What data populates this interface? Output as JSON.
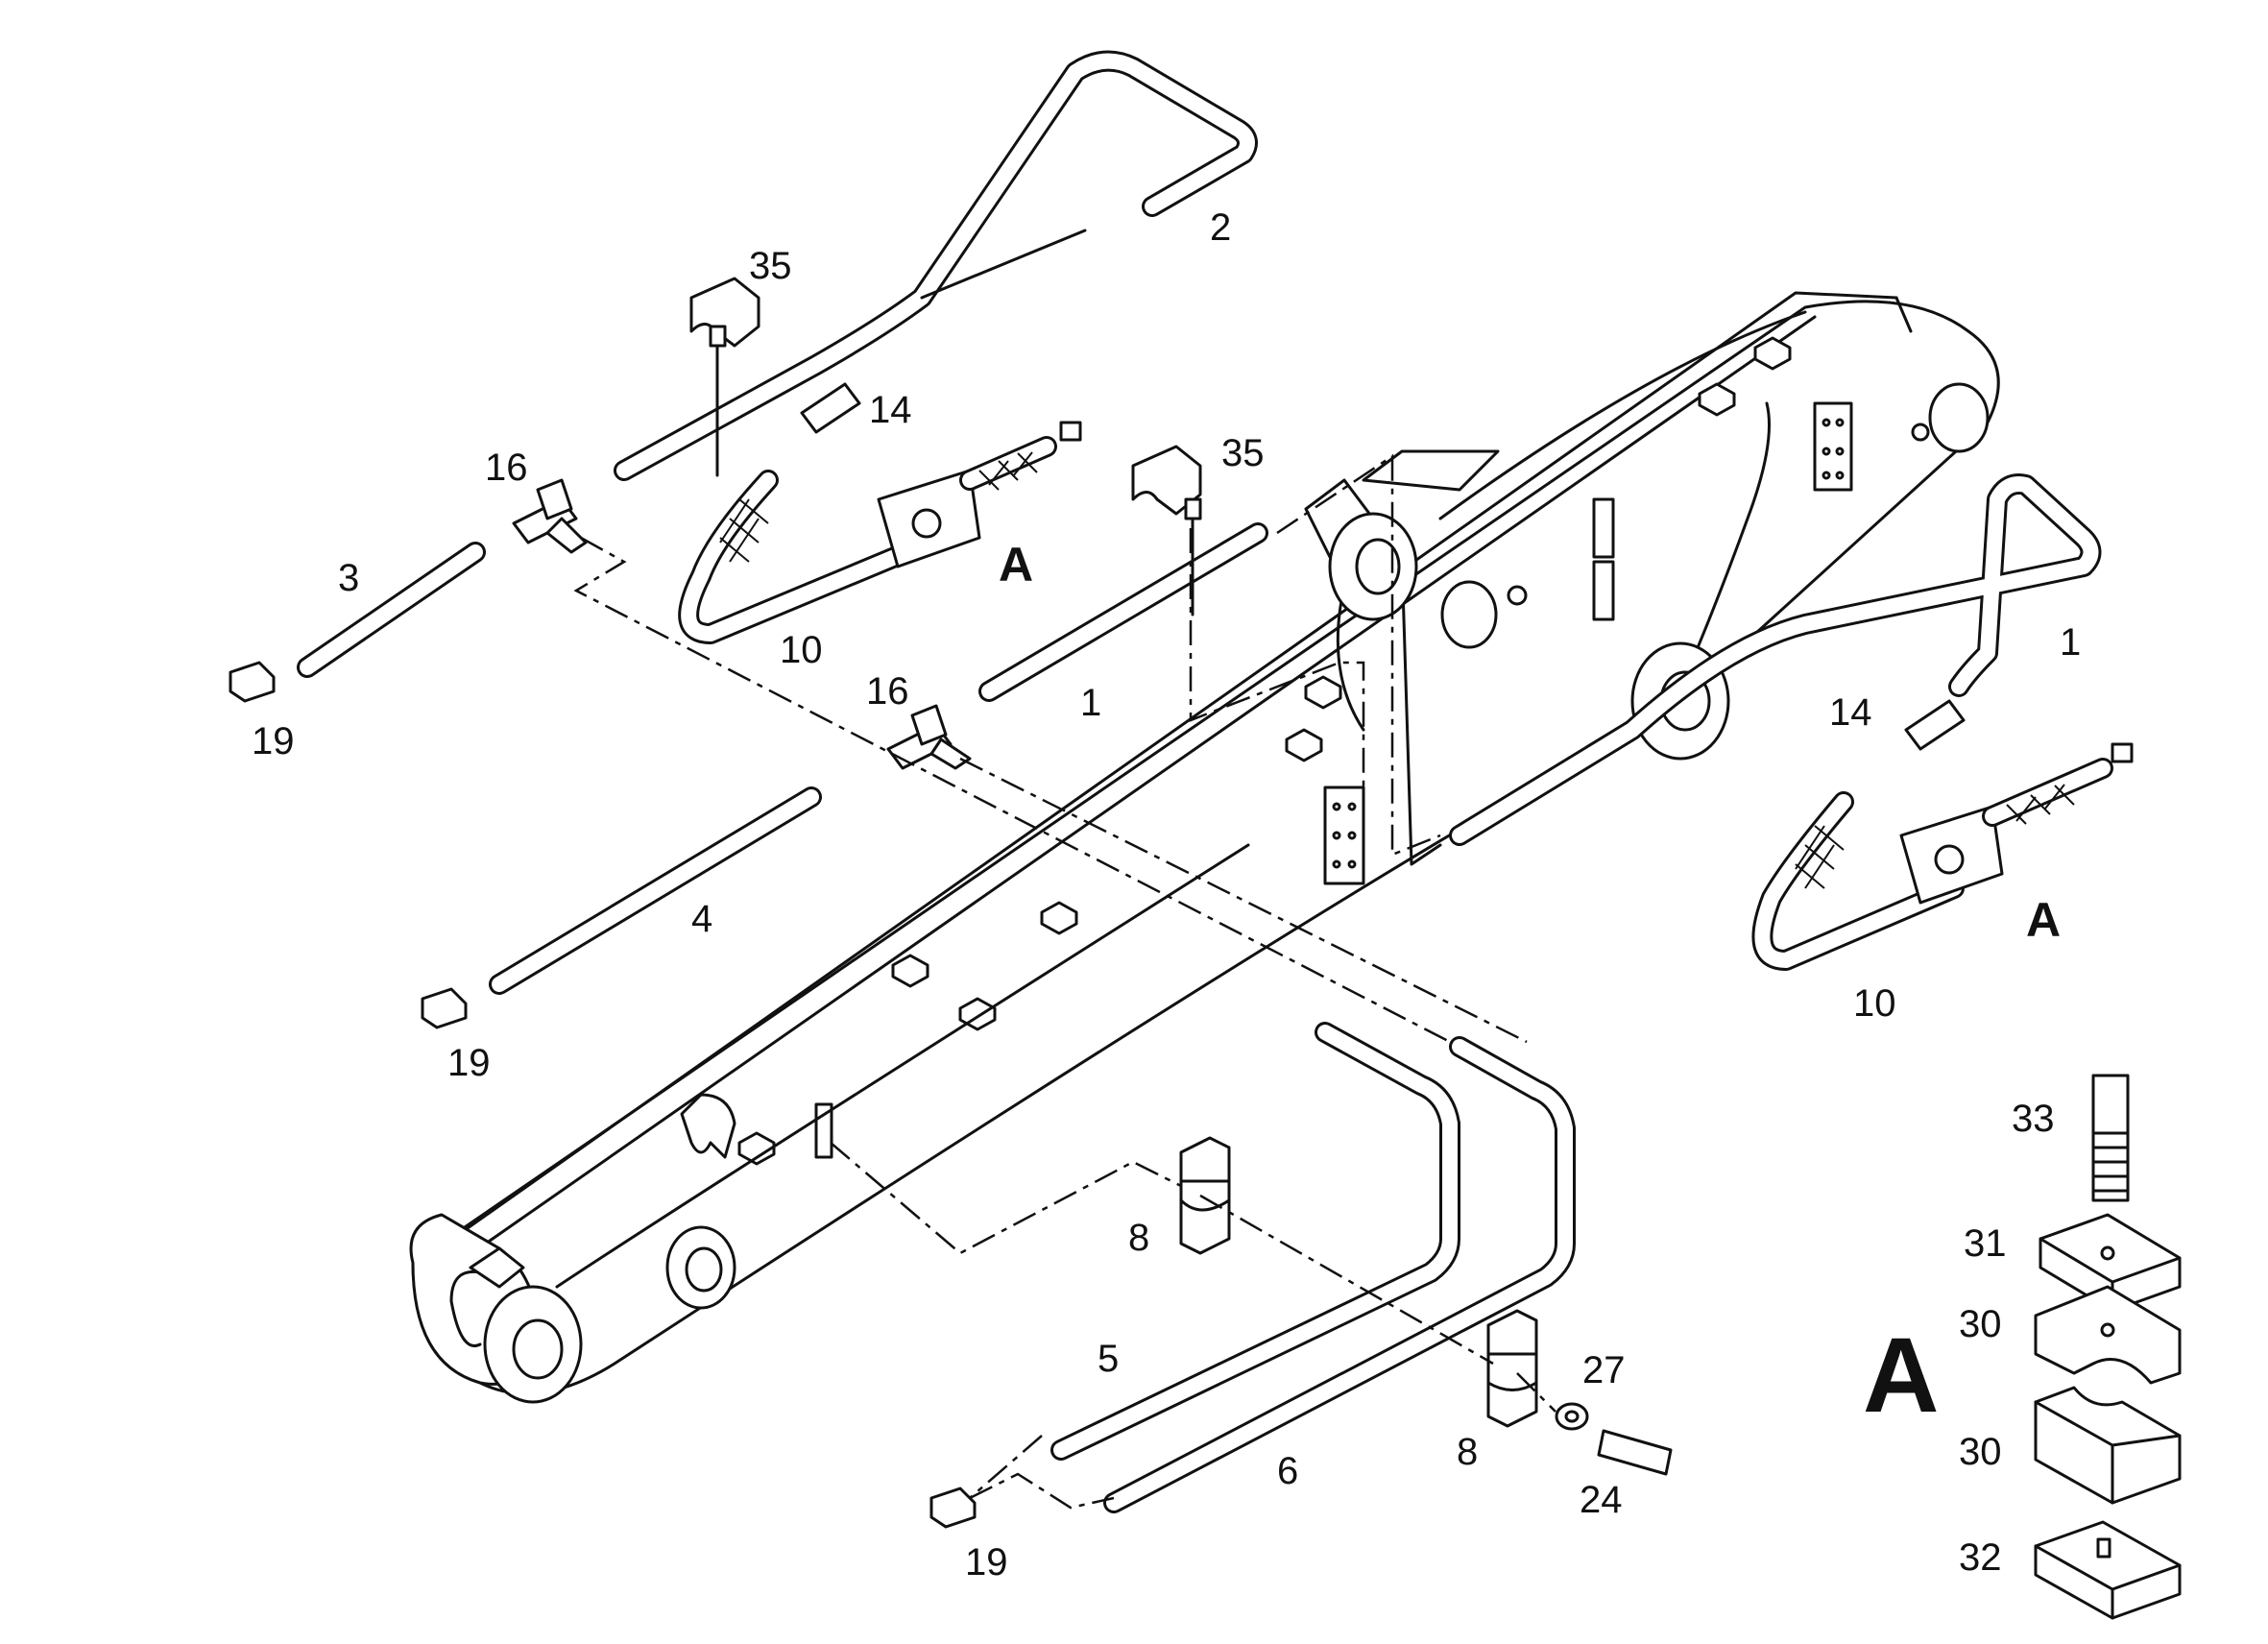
{
  "diagram": {
    "callouts": [
      {
        "id": "c2",
        "text": "2"
      },
      {
        "id": "c35a",
        "text": "35"
      },
      {
        "id": "c14a",
        "text": "14"
      },
      {
        "id": "c16a",
        "text": "16"
      },
      {
        "id": "c35b",
        "text": "35"
      },
      {
        "id": "cAa",
        "text": "A"
      },
      {
        "id": "c3",
        "text": "3"
      },
      {
        "id": "c10a",
        "text": "10"
      },
      {
        "id": "c19a",
        "text": "19"
      },
      {
        "id": "c16b",
        "text": "16"
      },
      {
        "id": "c1a",
        "text": "1"
      },
      {
        "id": "c1b",
        "text": "1"
      },
      {
        "id": "c14b",
        "text": "14"
      },
      {
        "id": "cAb",
        "text": "A"
      },
      {
        "id": "c10b",
        "text": "10"
      },
      {
        "id": "c4",
        "text": "4"
      },
      {
        "id": "c19b",
        "text": "19"
      },
      {
        "id": "c33",
        "text": "33"
      },
      {
        "id": "c8a",
        "text": "8"
      },
      {
        "id": "c31",
        "text": "31"
      },
      {
        "id": "c30a",
        "text": "30"
      },
      {
        "id": "c5",
        "text": "5"
      },
      {
        "id": "c27",
        "text": "27"
      },
      {
        "id": "c30b",
        "text": "30"
      },
      {
        "id": "c8b",
        "text": "8"
      },
      {
        "id": "c6",
        "text": "6"
      },
      {
        "id": "c24",
        "text": "24"
      },
      {
        "id": "c19c",
        "text": "19"
      },
      {
        "id": "c32",
        "text": "32"
      },
      {
        "id": "cAdetail",
        "text": "A"
      }
    ]
  }
}
